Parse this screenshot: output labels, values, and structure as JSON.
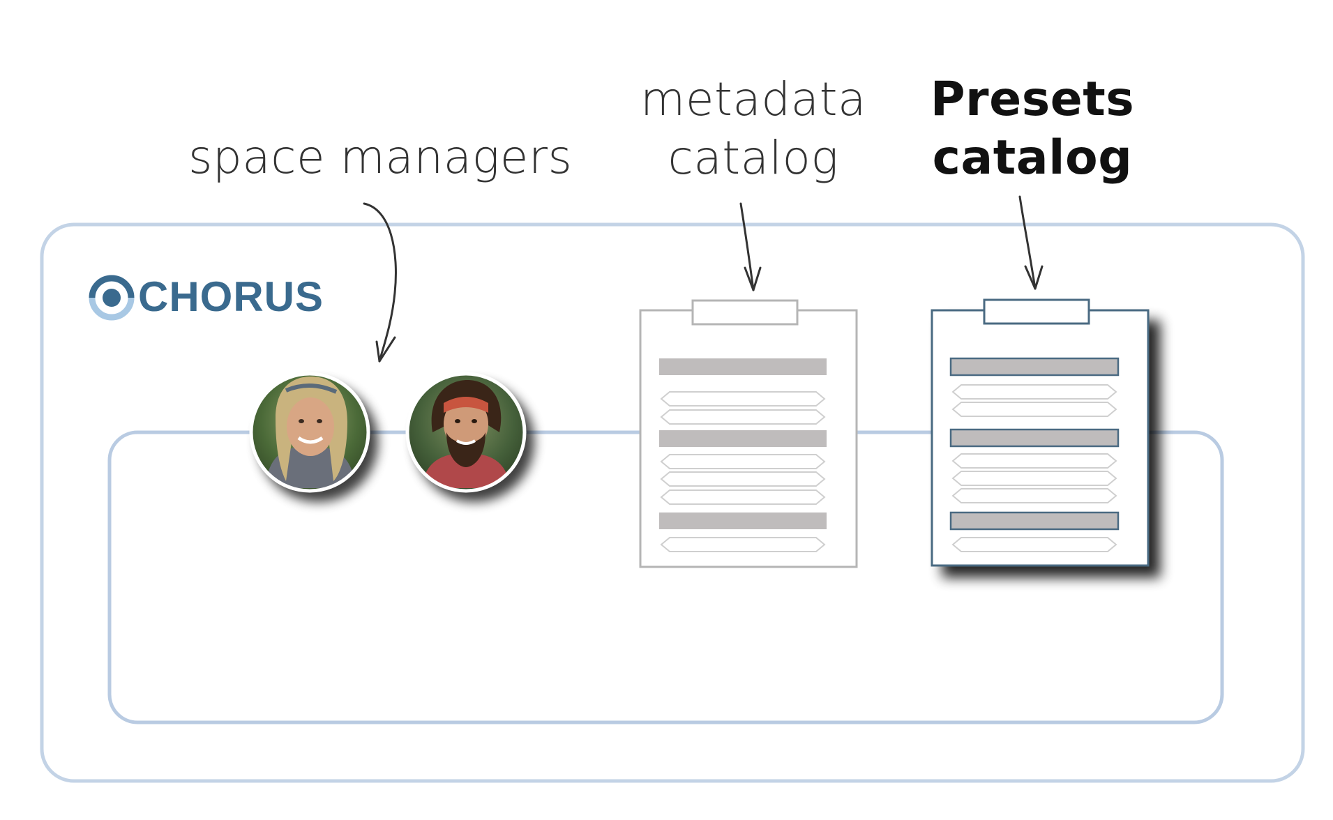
{
  "labels": {
    "space_managers": "space managers",
    "metadata_catalog_line1": "metadata",
    "metadata_catalog_line2": "catalog",
    "presets_catalog_line1": "Presets",
    "presets_catalog_line2": "catalog"
  },
  "logo": {
    "text": "CHORUS",
    "color": "#3a6a8e",
    "accent_color": "#a8c8e4"
  },
  "avatars": [
    {
      "name": "space-manager-woman"
    },
    {
      "name": "space-manager-man"
    }
  ],
  "colors": {
    "frame": "#c3d3e6",
    "inner_frame": "#b9cbe2",
    "metadata_border": "#b5b5b5",
    "presets_border": "#4a6a82",
    "row_fill": "#bfbcbc",
    "arrow": "#333333"
  },
  "icons": [
    "arrow-icon",
    "clipboard-icon",
    "avatar-icon",
    "chorus-logo-icon"
  ]
}
